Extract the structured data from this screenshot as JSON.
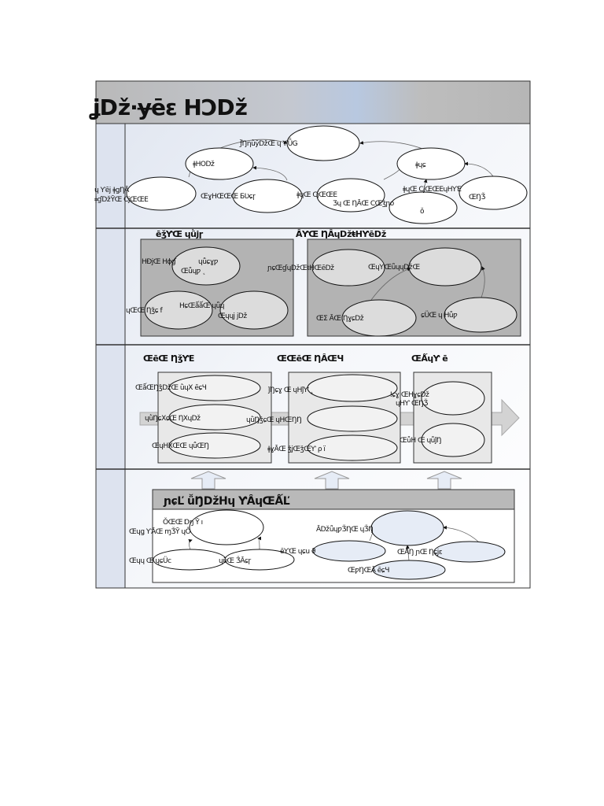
{
  "title": "ʝǅ·ɏēɛ HƆǅ",
  "row1": {
    "labels": [
      "ƒ̈ŊƞǜȳǅŒ ɥ ƳǕǤ",
      "ǂHOǅ",
      "ɥ Ƴēj ǂǥȠȂ",
      "ǂɠǅȲŒ CjŒŒE",
      "ŒɣHŒŒŒ ƂƲɕɼ",
      "ǂɥŒ CjŒŒE",
      "Ʒɥ Œ ȠȂŒ CŒǯɲo",
      "ǂɥɕ",
      "ǂɥŒ CjŒŒEɥHƳE",
      "ŒŊǮ",
      "ǒ"
    ]
  },
  "row2": {
    "group_titles": [
      "ēǯƳŒ ɥǜjɼ",
      "ȂƳŒ ȠȂɥǅŧHƳēǅ"
    ],
    "labels": [
      "HƉjŒ Hɸɠ",
      "ɥǚɕɣƿ",
      "Œǚɥƿ ˛",
      "ɥŒŒ Ƞǯɕ f",
      "HɕŒǻǻŒ ɥǚɥ",
      "Œɥɥj jǅ",
      "ɲɕŒɠɥǅŒŧHŒēǅ",
      "ŒɥƳŒǚɥɥǅŒ",
      "ŒΣ ȂŒ Ƞɣɕǅ",
      "ɕÜŒ ɥ Hǚƿ"
    ]
  },
  "row3": {
    "stage_titles": [
      "ŒēŒ ȠǯƳE",
      "ŒŒēŒ ȠȂŒЧ",
      "ŒǺɥƳ ē"
    ],
    "labels": [
      "ŒǻŒŊǯǅŒ ǜɥX ēɕЧ",
      "ɥǜŊɕXɕŒ ȠXɥǅ",
      "ŒɥHXŒŒ ɥǚŒŊ",
      "ǰŊɕɣ Œ ɥHǰƳ ˛",
      "ɥǜŊǯɕŒ ɥHŒŊŊ",
      "ǂɣȂŒ ǯjŒǯŒƳ ρ ï",
      "ǃɕɣ ŒHɣɕǅ",
      "ɥHƳ ŒŊǮ",
      "ŒǚH Œ ɥǚǰŊ"
    ]
  },
  "row4": {
    "panel_title": "ɲɕĽ ǚŊǅHɥ ƳȂɥŒǺĽ",
    "labels": [
      "ǑŒŒ Ɒŋ Ȳ ı",
      "Œɥǥ ƳȂŒ ɱǮȲ ɥǑ",
      "Œɥɥ Œ ɥɕÜc",
      "ɥǜŒ ǮȂɕɼ",
      "ȂǅǚɥƿǮȠŒ ɥǮŊ",
      "ēƳŒ ɥɕu ϑ",
      "ŒǺŊ ɲŒ Ƞɕjɛ",
      "ŒƿŊŒȂ ēɕЧ"
    ]
  },
  "colors": {
    "header": "#b9b9b9",
    "side": "#dde3ef",
    "group_fill": "#b3b3b3",
    "ellipse_light": "#dcdcdc",
    "stage_box": "#e8e8e8",
    "ellipse_blue": "#e6ecf6"
  }
}
